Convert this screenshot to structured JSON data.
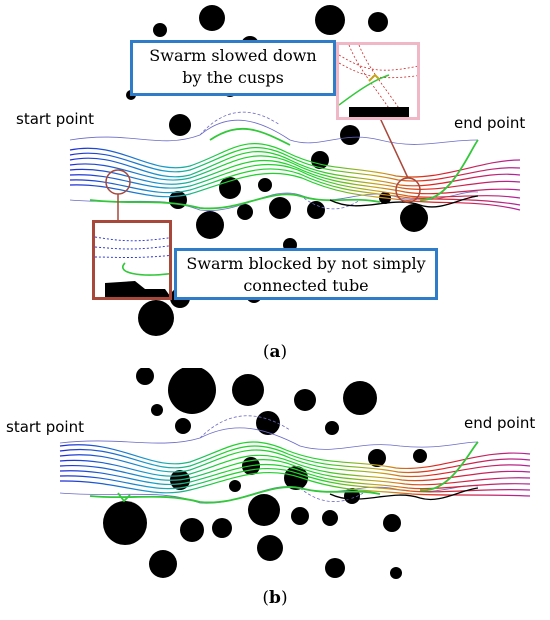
{
  "panel_a": {
    "start_label": "start point",
    "end_label": "end point",
    "callout_top": [
      "Swarm slowed down",
      "by the cusps"
    ],
    "callout_bottom": [
      "Swarm blocked by not simply",
      "connected tube"
    ],
    "caption_open": "(",
    "caption_letter": "a",
    "caption_close": ")"
  },
  "panel_b": {
    "start_label": "start point",
    "end_label": "end point",
    "caption_open": "(",
    "caption_letter": "b",
    "caption_close": ")"
  },
  "colors": {
    "obstacle": "#000000",
    "callout_border": "#2f7cc9",
    "inset_border": "#a8483b",
    "trajectory_gradient": [
      "#1f2bd6",
      "#1aa0c8",
      "#1fd12a",
      "#c8a21a",
      "#e0231a",
      "#b0249c"
    ]
  }
}
